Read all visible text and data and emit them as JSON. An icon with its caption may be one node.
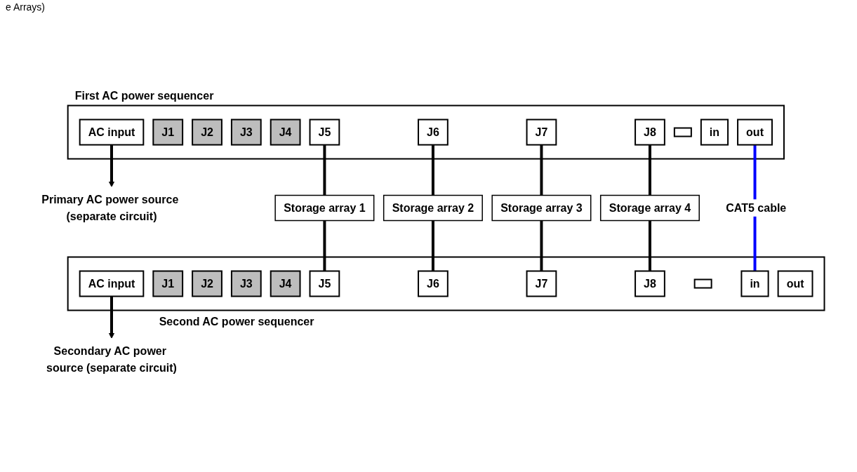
{
  "diagram": {
    "nodes": [
      {
        "text": [
          "First AC power sequencer"
        ]
      },
      {
        "text": [
          "AC input"
        ],
        "in": 0
      },
      {
        "text": [
          "J1"
        ],
        "in": 0
      },
      {
        "text": [
          "J2"
        ],
        "in": 0
      },
      {
        "text": [
          "J3"
        ],
        "in": 0
      },
      {
        "text": [
          "J4"
        ],
        "in": 0
      },
      {
        "text": [
          "J5"
        ],
        "in": 0
      },
      {
        "text": [
          "J6"
        ],
        "in": 0
      },
      {
        "text": [
          "J7"
        ],
        "in": 0
      },
      {
        "text": [
          "J8"
        ],
        "in": 0
      },
      {
        "text": [],
        "shape": "box",
        "in": 0
      },
      {
        "text": [
          "in"
        ],
        "in": 0
      },
      {
        "text": [
          "out"
        ],
        "in": 0
      },
      {
        "text": [
          "Primary AC power source (separate circuit)"
        ]
      },
      {
        "text": [
          "Storage array 1"
        ]
      },
      {
        "text": [
          "Storage array 2"
        ]
      },
      {
        "text": [
          "Storage array 3"
        ]
      },
      {
        "text": [
          "Storage array 4"
        ]
      },
      {
        "text": [
          "Secondary AC power source (separate circuit)"
        ]
      },
      {
        "text": [
          "Second AC power sequencer"
        ]
      },
      {
        "text": [
          "AC input"
        ],
        "in": 19
      },
      {
        "text": [
          "J1"
        ],
        "in": 19
      },
      {
        "text": [
          "J2"
        ],
        "in": 19
      },
      {
        "text": [
          "J3"
        ],
        "in": 19
      },
      {
        "text": [
          "J4"
        ],
        "in": 19
      },
      {
        "text": [
          "J5"
        ],
        "in": 19
      },
      {
        "text": [
          "J6"
        ],
        "in": 19
      },
      {
        "text": [
          "J7"
        ],
        "in": 19
      },
      {
        "text": [
          "J8"
        ],
        "in": 19
      },
      {
        "text": [],
        "shape": "box",
        "in": 19
      },
      {
        "text": [
          "in"
        ],
        "in": 19
      },
      {
        "text": [
          "out"
        ],
        "in": 19
      }
    ],
    "edges": [
      {
        "from": 1,
        "to": 13,
        "arrow": "to"
      },
      {
        "from": 6,
        "to": 14,
        "arrow": "none"
      },
      {
        "from": 7,
        "to": 15,
        "arrow": "none"
      },
      {
        "from": 8,
        "to": 16,
        "arrow": "none"
      },
      {
        "from": 9,
        "to": 17,
        "arrow": "none"
      },
      {
        "from": 12,
        "to": 30,
        "arrow": "none",
        "color": "#0000ff",
        "label": "CAT5 cable"
      },
      {
        "from": 14,
        "to": 25,
        "arrow": "none"
      },
      {
        "from": 15,
        "to": 26,
        "arrow": "none"
      },
      {
        "from": 16,
        "to": 27,
        "arrow": "none"
      },
      {
        "from": 17,
        "to": 28,
        "arrow": "none"
      },
      {
        "from": 20,
        "to": 18,
        "arrow": "to"
      }
    ],
    "labels": [
      "e Arrays)"
    ]
  }
}
